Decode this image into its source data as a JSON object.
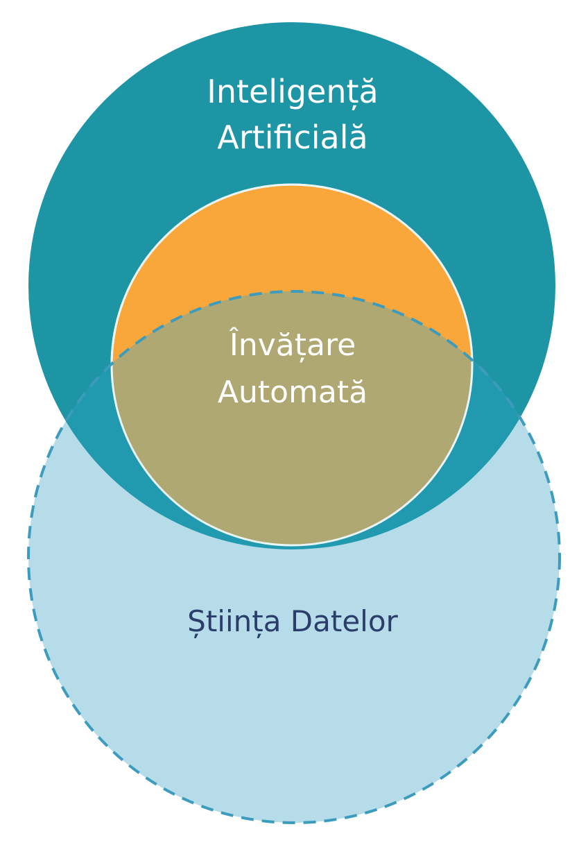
{
  "diagram": {
    "ai": {
      "label_line1": "Inteligență",
      "label_line2": "Artificială",
      "fill_color": "#1e95a4",
      "text_color": "#ffffff"
    },
    "ml": {
      "label_line1": "Învățare",
      "label_line2": "Automată",
      "fill_color": "#f9a63a",
      "text_color": "#ffffff",
      "outline_color": "#ffffff"
    },
    "ds": {
      "label": "Știința Datelor",
      "fill_color": "#add8e6",
      "outline_color": "#3d9bbd",
      "outline_style": "dashed",
      "text_color": "#2b3d6b"
    }
  }
}
